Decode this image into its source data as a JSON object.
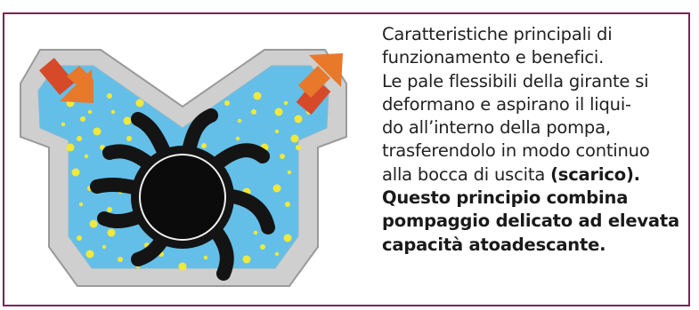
{
  "description": {
    "lines": [
      {
        "parts": [
          {
            "text": "Caratteristiche principali di",
            "bold": false
          }
        ]
      },
      {
        "parts": [
          {
            "text": "funzionamento e benefici.",
            "bold": false
          }
        ]
      },
      {
        "parts": [
          {
            "text": "Le pale flessibili della girante si",
            "bold": false
          }
        ]
      },
      {
        "parts": [
          {
            "text": "deformano e aspirano il liqui-",
            "bold": false
          }
        ]
      },
      {
        "parts": [
          {
            "text": "do all’interno della pompa,",
            "bold": false
          }
        ]
      },
      {
        "parts": [
          {
            "text": "trasferendolo in modo continuo",
            "bold": false
          }
        ]
      },
      {
        "parts": [
          {
            "text": "alla bocca di uscita ",
            "bold": false
          },
          {
            "text": "(scarico).",
            "bold": true
          }
        ]
      },
      {
        "parts": [
          {
            "text": "Questo principio combina",
            "bold": true
          }
        ]
      },
      {
        "parts": [
          {
            "text": "pompaggio delicato ad elevata",
            "bold": true
          }
        ]
      },
      {
        "parts": [
          {
            "text": "capacità atoadescante.",
            "bold": true
          }
        ]
      }
    ]
  },
  "colors": {
    "frame_border": "#7b2553",
    "pump_body": "#c8c8c8",
    "pump_outline": "#9a9a9a",
    "liquid": "#63bfe8",
    "bubbles": "#f2e83a",
    "impeller": "#141414",
    "inlet_arrow": "#e8782a",
    "inlet_block": "#d64a2a"
  },
  "icons": {
    "inlet": "inlet-arrow-icon",
    "outlet": "outlet-arrow-icon",
    "impeller": "impeller-icon"
  }
}
